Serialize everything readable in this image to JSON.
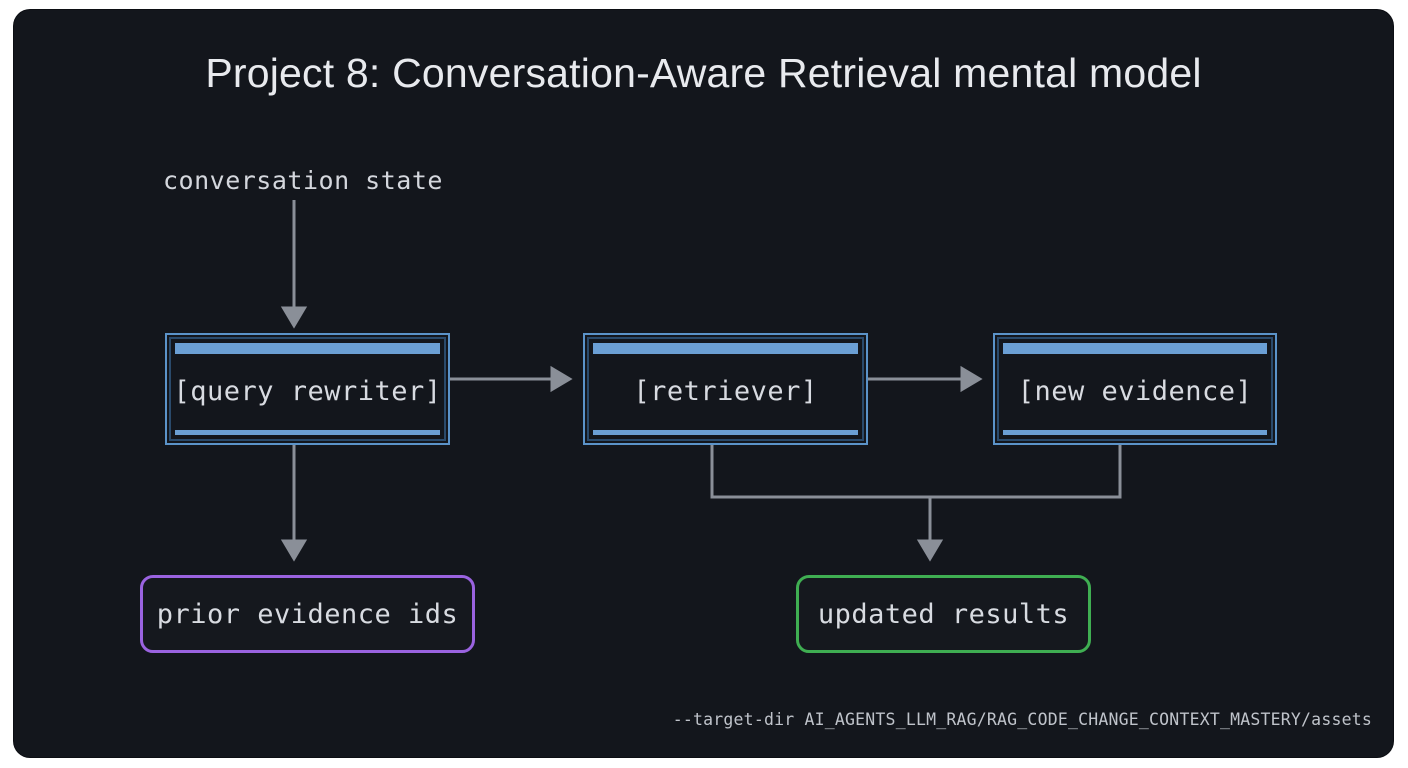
{
  "diagram": {
    "title": "Project 8: Conversation-Aware Retrieval mental model",
    "background_color": "#13161c",
    "page_background_color": "#ffffff",
    "footer_note": "--target-dir AI_AGENTS_LLM_RAG/RAG_CODE_CHANGE_CONTEXT_MASTERY/assets",
    "input_label": "conversation state",
    "nodes": [
      {
        "id": "query-rewriter",
        "label": "[query rewriter]",
        "shape": "process-box",
        "accent_color": "#6b9fd4",
        "border_color": "#5b93c9"
      },
      {
        "id": "retriever",
        "label": "[retriever]",
        "shape": "process-box",
        "accent_color": "#6b9fd4",
        "border_color": "#5b93c9"
      },
      {
        "id": "new-evidence",
        "label": "[new evidence]",
        "shape": "process-box",
        "accent_color": "#6b9fd4",
        "border_color": "#5b93c9"
      },
      {
        "id": "prior-evidence-ids",
        "label": "prior evidence ids",
        "shape": "rounded-box",
        "border_color": "#9a63e0"
      },
      {
        "id": "updated-results",
        "label": "updated results",
        "shape": "rounded-box",
        "border_color": "#3fae52"
      }
    ],
    "edges": [
      {
        "from": "conversation state",
        "to": "query-rewriter",
        "style": "arrow-down"
      },
      {
        "from": "query-rewriter",
        "to": "retriever",
        "style": "arrow-right"
      },
      {
        "from": "retriever",
        "to": "new-evidence",
        "style": "arrow-right"
      },
      {
        "from": "query-rewriter",
        "to": "prior-evidence-ids",
        "style": "arrow-down"
      },
      {
        "from": "retriever",
        "to": "updated-results",
        "style": "elbow-merge-arrow-down"
      },
      {
        "from": "new-evidence",
        "to": "updated-results",
        "style": "elbow-merge-arrow-down"
      }
    ],
    "connector_color": "#8a8f98"
  }
}
